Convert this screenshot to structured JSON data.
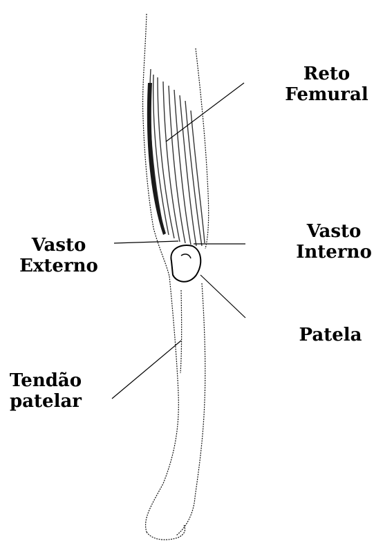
{
  "labels": {
    "reto_femural": {
      "line1": "Reto",
      "line2": "Femural"
    },
    "vasto_externo": {
      "line1": "Vasto",
      "line2": "Externo"
    },
    "vasto_interno": {
      "line1": "Vasto",
      "line2": "Interno"
    },
    "patela": {
      "line1": "Patela"
    },
    "tendao_patelar": {
      "line1": "Tendão",
      "line2": "patelar"
    }
  },
  "colors": {
    "ink": "#000000",
    "background": "#ffffff",
    "muscle_shade": "#333333"
  }
}
